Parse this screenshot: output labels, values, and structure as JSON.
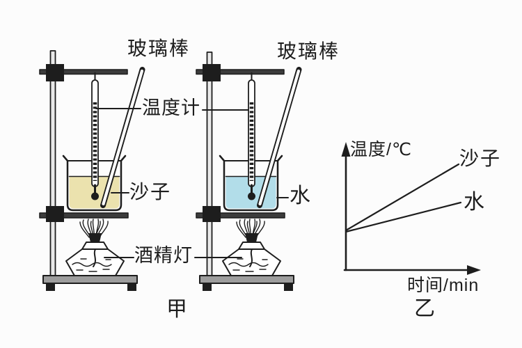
{
  "colors": {
    "bg": "#fcfcfc",
    "ink": "#1d1d1d",
    "sand": "#ebe2ae",
    "water": "#b2dde9",
    "base": "#9d9d9d",
    "bar": "#3c3c3c",
    "rod": "#e9e9e9"
  },
  "figure_apparatus": {
    "caption": "甲",
    "labels": {
      "glass_rod_left": "玻璃棒",
      "glass_rod_right": "玻璃棒",
      "thermometer": "温度计",
      "sand": "沙子",
      "water": "水",
      "alcohol_lamp": "酒精灯"
    }
  },
  "figure_graph": {
    "caption": "乙",
    "y_axis_label": "温度/℃",
    "x_axis_label": "时间/min",
    "sand_line_label": "沙子",
    "water_line_label": "水"
  },
  "chart_data": {
    "type": "line",
    "title": "",
    "xlabel": "时间/min",
    "ylabel": "温度/℃",
    "axes_have_numeric_ticks": false,
    "grid": false,
    "legend_position": "labels at right end of each line",
    "series": [
      {
        "name": "沙子",
        "points_norm": [
          [
            0,
            0.32
          ],
          [
            1,
            0.85
          ]
        ]
      },
      {
        "name": "水",
        "points_norm": [
          [
            0,
            0.32
          ],
          [
            1,
            0.54
          ]
        ]
      }
    ],
    "layout_note": "both lines start at the same point on the temperature axis; the 沙子 (sand) line rises more steeply than the 水 (water) line"
  }
}
